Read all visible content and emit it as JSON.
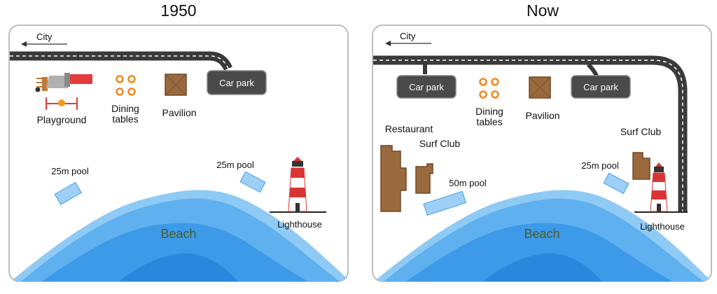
{
  "panels": {
    "left": {
      "title": "1950",
      "city": "City",
      "car_park": "Car park",
      "playground": "Playground",
      "dining_line1": "Dining",
      "dining_line2": "tables",
      "pavilion": "Pavilion",
      "pool_a": "25m pool",
      "pool_b": "25m pool",
      "lighthouse": "Lighthouse",
      "beach": "Beach"
    },
    "right": {
      "title": "Now",
      "city": "City",
      "car_park_1": "Car park",
      "car_park_2": "Car park",
      "dining_line1": "Dining",
      "dining_line2": "tables",
      "pavilion": "Pavilion",
      "restaurant": "Restaurant",
      "surf_club_1": "Surf Club",
      "surf_club_2": "Surf Club",
      "pool_50": "50m pool",
      "pool_25": "25m pool",
      "lighthouse": "Lighthouse",
      "beach": "Beach"
    }
  },
  "colors": {
    "road": "#3a3a3a",
    "road_dash": "#ffffff",
    "car_park": "#4a4a4a",
    "sea_light": "#69b5f0",
    "sea_dark": "#2b8ee6",
    "pool": "#9ed0f7",
    "building": "#9a6a3e",
    "dining": "#f08a1e",
    "playground": "#e23b3b",
    "lighthouse_red": "#d93434"
  }
}
